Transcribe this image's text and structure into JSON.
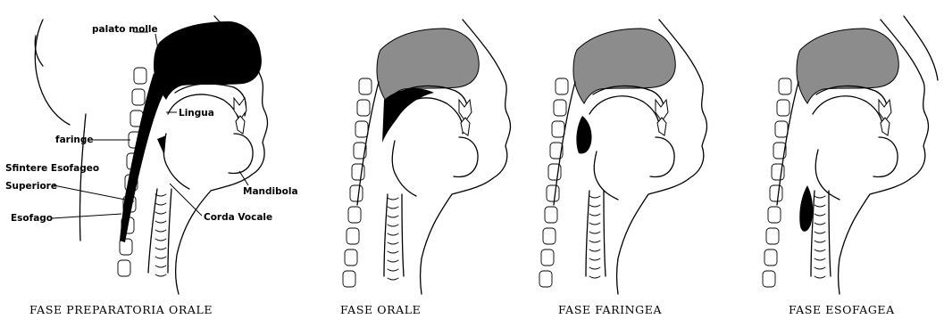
{
  "labels": {
    "soft_palate": "palato molle",
    "tongue": "Lingua",
    "pharynx": "faringe",
    "upper_sphincter_line1": "Sfintere Esofageo",
    "upper_sphincter_line2": "Superiore",
    "esophagus": "Esofago",
    "mandible": "Mandibola",
    "vocal_cord": "Corda Vocale"
  },
  "captions": [
    "FASE PREPARATORIA ORALE",
    "FASE ORALE",
    "FASE FARINGEA",
    "FASE ESOFAGEA"
  ],
  "colors": {
    "ink": "#000000",
    "palate_first_panel": "#000000",
    "palate_other_panels": "#8c8c8c",
    "bolus": "#000000",
    "background": "#ffffff"
  }
}
